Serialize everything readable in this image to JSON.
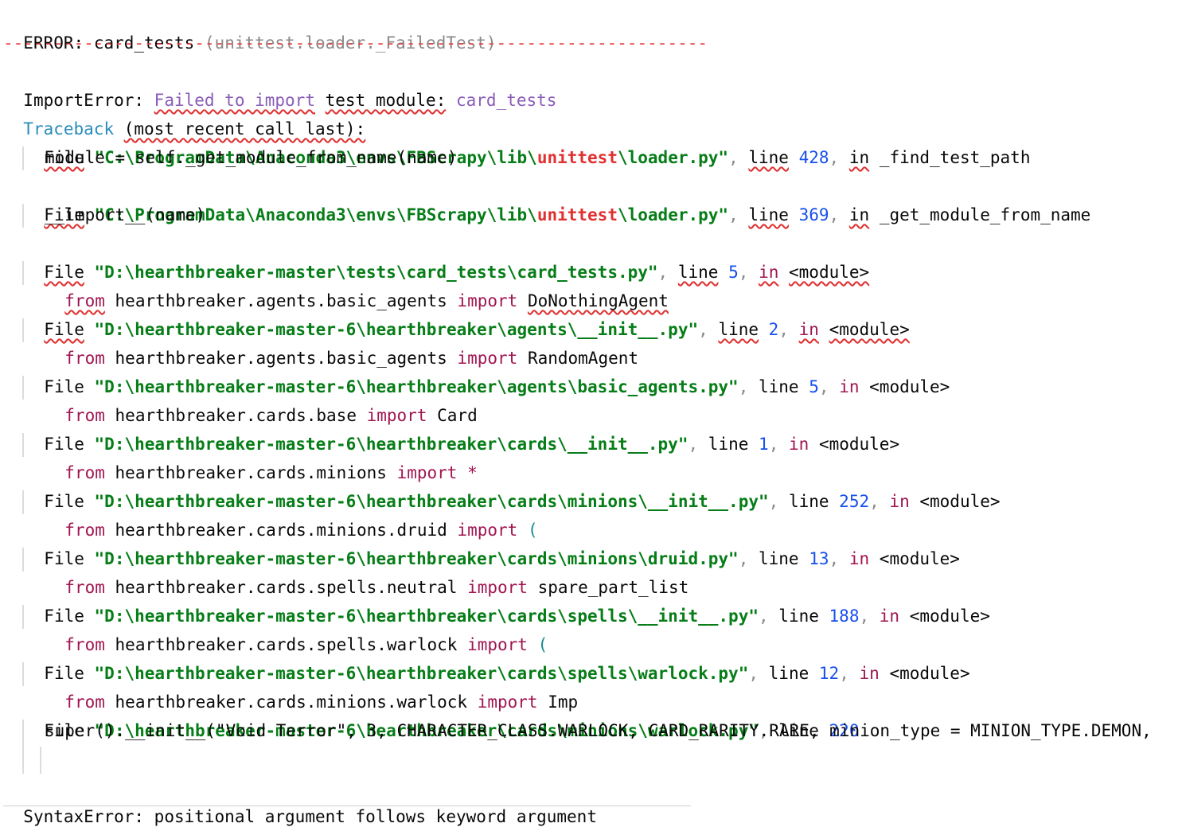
{
  "error_header": {
    "prefix": "ERROR:",
    "test": "card_tests",
    "loader": "(unittest.loader._FailedTest)"
  },
  "separator": "----------------------------------------------------------------------",
  "import_error": {
    "type": "ImportError:",
    "message_prefix": "Failed to import",
    "message_mid": "test module:",
    "module": "card_tests"
  },
  "traceback_header": {
    "word": "Traceback",
    "rest": "(most recent call last):"
  },
  "frames": [
    {
      "path_a": "\"C:\\ProgramData\\Anaconda3\\envs\\FBScrapy\\lib\\",
      "path_b": "unittest",
      "path_c": "\\loader.py\"",
      "line": "428",
      "func": "_find_test_path",
      "code": "module = self._get_module_from_name(name)"
    },
    {
      "path_a": "\"C:\\ProgramData\\Anaconda3\\envs\\FBScrapy\\lib\\",
      "path_b": "unittest",
      "path_c": "\\loader.py\"",
      "line": "369",
      "func": "_get_module_from_name",
      "code": "__import__(name)"
    },
    {
      "path": "\"D:\\hearthbreaker-master\\tests\\card_tests\\card_tests.py\"",
      "line": "5",
      "func": "<module>",
      "code_from": "from",
      "code_mod": "hearthbreaker.agents.basic_agents",
      "code_imp": "import",
      "code_name": "DoNothingAgent"
    },
    {
      "path": "\"D:\\hearthbreaker-master-6\\hearthbreaker\\agents\\__init__.py\"",
      "line": "2",
      "func": "<module>",
      "code_from": "from",
      "code_mod": "hearthbreaker.agents.basic_agents",
      "code_imp": "import",
      "code_name": "RandomAgent"
    },
    {
      "path": "\"D:\\hearthbreaker-master-6\\hearthbreaker\\agents\\basic_agents.py\"",
      "line": "5",
      "func": "<module>",
      "code_from": "from",
      "code_mod": "hearthbreaker.cards.base",
      "code_imp": "import",
      "code_name": "Card"
    },
    {
      "path": "\"D:\\hearthbreaker-master-6\\hearthbreaker\\cards\\__init__.py\"",
      "line": "1",
      "func": "<module>",
      "code_from": "from",
      "code_mod": "hearthbreaker.cards.minions",
      "code_imp": "import",
      "code_name": "*"
    },
    {
      "path": "\"D:\\hearthbreaker-master-6\\hearthbreaker\\cards\\minions\\__init__.py\"",
      "line": "252",
      "func": "<module>",
      "code_from": "from",
      "code_mod": "hearthbreaker.cards.minions.druid",
      "code_imp": "import",
      "code_name": "("
    },
    {
      "path": "\"D:\\hearthbreaker-master-6\\hearthbreaker\\cards\\minions\\druid.py\"",
      "line": "13",
      "func": "<module>",
      "code_from": "from",
      "code_mod": "hearthbreaker.cards.spells.neutral",
      "code_imp": "import",
      "code_name": "spare_part_list"
    },
    {
      "path": "\"D:\\hearthbreaker-master-6\\hearthbreaker\\cards\\spells\\__init__.py\"",
      "line": "188",
      "func": "<module>",
      "code_from": "from",
      "code_mod": "hearthbreaker.cards.spells.warlock",
      "code_imp": "import",
      "code_name": "("
    },
    {
      "path": "\"D:\\hearthbreaker-master-6\\hearthbreaker\\cards\\spells\\warlock.py\"",
      "line": "12",
      "func": "<module>",
      "code_from": "from",
      "code_mod": "hearthbreaker.cards.minions.warlock",
      "code_imp": "import",
      "code_name": "Imp"
    },
    {
      "path": "\"D:\\hearthbreaker-master-6\\hearthbreaker\\cards\\minions\\warlock.py\"",
      "line": "220",
      "code": "super().__init__(\"Void Terror\", 3, CHARACTER_CLASS.WARLOCK, CARD_RARITY.RARE, minion_type = MINION_TYPE.DEMON,"
    }
  ],
  "words": {
    "file": "File",
    "line": "line",
    "in": "in",
    "comma": ","
  },
  "syntax_error": {
    "type": "SyntaxError:",
    "message": "positional argument follows keyword argument"
  }
}
